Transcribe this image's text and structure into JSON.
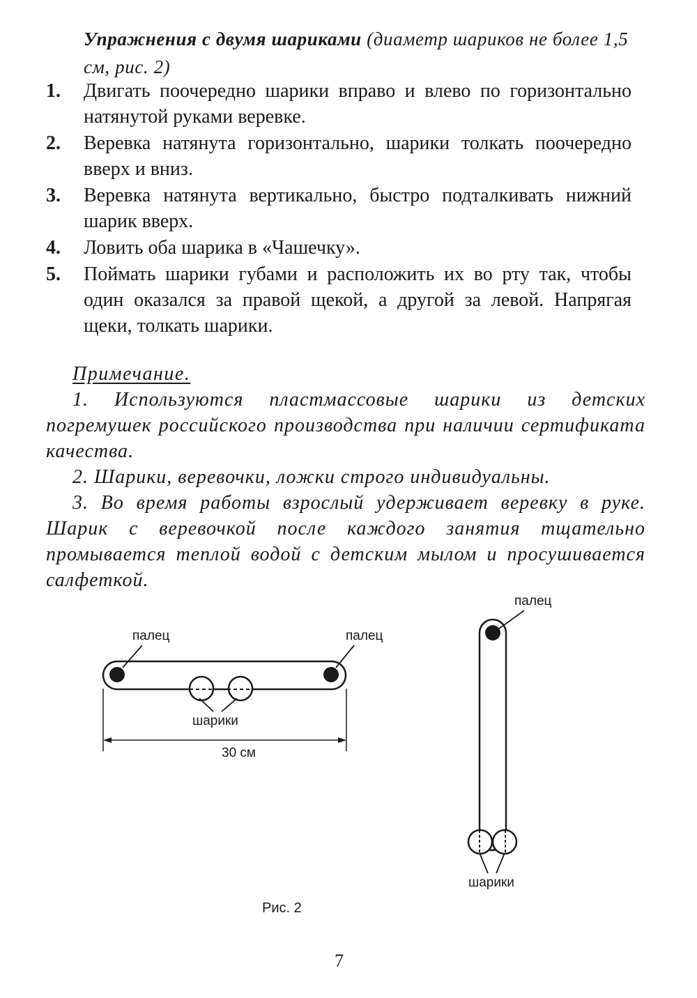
{
  "heading": {
    "bold": "Упражнения с двумя шариками",
    "rest": " (диаметр шариков не более 1,5 см, рис. 2)"
  },
  "exercises": [
    {
      "num": "1.",
      "text": "Двигать поочередно шарики вправо и влево по горизонтально натянутой руками веревке."
    },
    {
      "num": "2.",
      "text": "Веревка натянута горизонтально, шарики толкать поочередно вверх и вниз."
    },
    {
      "num": "3.",
      "text": "Веревка натянута вертикально, быстро подталкивать нижний шарик вверх."
    },
    {
      "num": "4.",
      "text": "Ловить оба шарика в «Чашечку»."
    },
    {
      "num": "5.",
      "text": "Поймать шарики губами и расположить их во рту так, чтобы один оказался за правой щекой, а другой за левой. Напрягая щеки, толкать шарики."
    }
  ],
  "note": {
    "title": "Примечание.",
    "items": [
      "1. Используются пластмассовые шарики из детских погремушек российского производства при наличии сертификата качества.",
      "2. Шарики, веревочки, ложки строго индивидуальны.",
      "3. Во время работы взрослый удерживает веревку в руке. Шарик с веревочкой после каждого занятия тщательно промывается теплой водой с детским мылом и просушивается салфеткой."
    ]
  },
  "figure": {
    "labels": {
      "finger": "палец",
      "balls": "шарики",
      "length": "30 см"
    },
    "caption": "Рис. 2"
  },
  "page_number": "7"
}
